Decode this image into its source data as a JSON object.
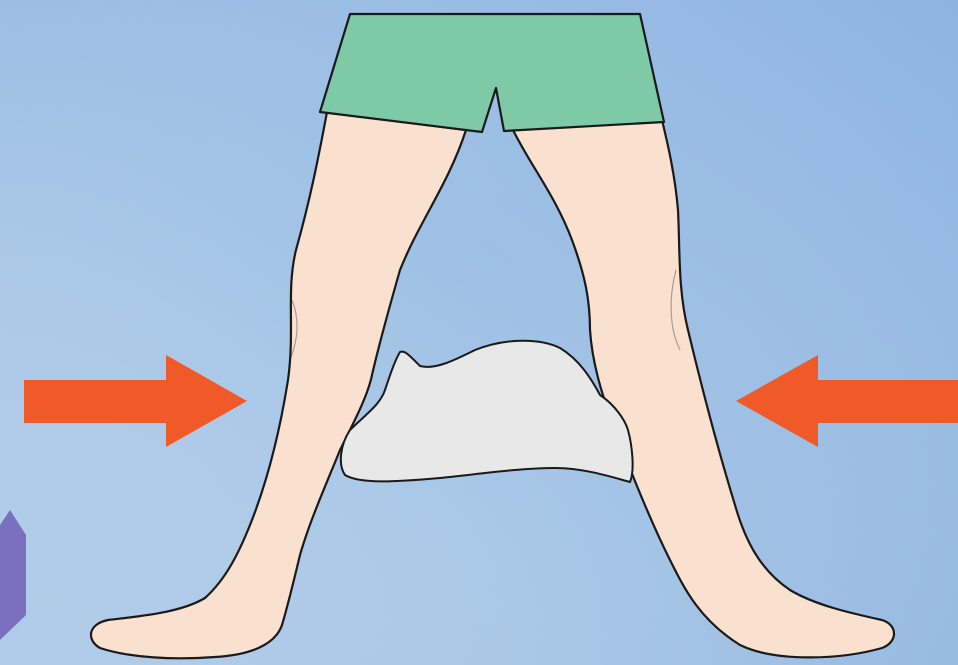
{
  "colors": {
    "background_light": "#b6cfe9",
    "background_mid": "#9dbfe4",
    "background_dark": "#8fb5e2",
    "skin": "#f9e0cf",
    "shorts": "#7ecaa6",
    "pillow": "#e8e8e8",
    "arrow": "#f05a28",
    "outline": "#1a1a1a",
    "corner_shape": "#7b6fc0"
  },
  "elements": {
    "arrow_left": {
      "direction": "right"
    },
    "arrow_right": {
      "direction": "left"
    },
    "pillow": {
      "icon": "knee-pillow"
    },
    "shorts": {
      "icon": "shorts"
    },
    "legs": {
      "icon": "legs"
    }
  }
}
